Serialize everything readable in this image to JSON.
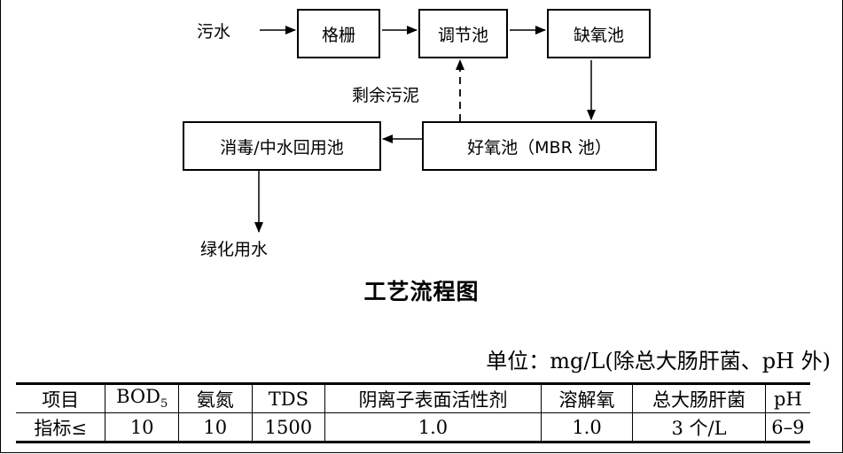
{
  "diagram": {
    "input_label": "污水",
    "nodes": {
      "grid": "格栅",
      "equalization": "调节池",
      "anoxic": "缺氧池",
      "aerobic": "好氧池（MBR 池）",
      "disinfection": "消毒/中水回用池"
    },
    "sludge_label": "剩余污泥",
    "output_label": "绿化用水",
    "title": "工艺流程图"
  },
  "table": {
    "unit_note": "单位：mg/L(除总大肠肝菌、pH 外)",
    "headers": {
      "item": "项目",
      "bod_main": "BOD",
      "bod_sub": "5",
      "ammonia": "氨氮",
      "tds": "TDS",
      "surfactant": "阴离子表面活性剂",
      "dissolved_oxygen": "溶解氧",
      "coliform": "总大肠肝菌",
      "ph": "pH"
    },
    "values": {
      "item": "指标≤",
      "bod": "10",
      "ammonia": "10",
      "tds": "1500",
      "surfactant": "1.0",
      "dissolved_oxygen": "1.0",
      "coliform": "3 个/L",
      "ph": "6–9"
    }
  }
}
